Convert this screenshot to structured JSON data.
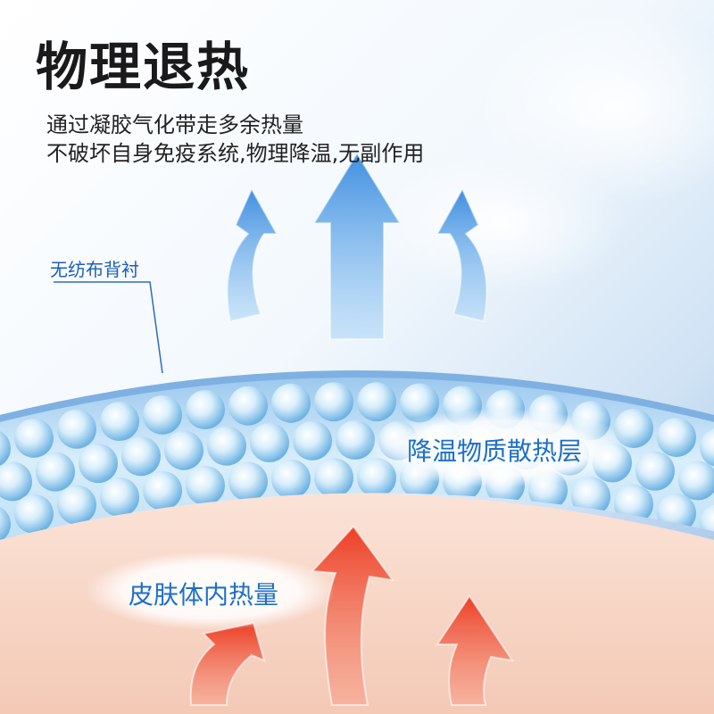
{
  "title": "物理退热",
  "description": [
    "通过凝胶气化带走多余热量",
    "不破坏自身免疫系统,物理降温,无副作用"
  ],
  "labels": {
    "backing": "无纺布背衬",
    "cooling_layer": "降温物质散热层",
    "skin_heat": "皮肤体内热量"
  },
  "colors": {
    "title": "#1a1a1a",
    "label_blue": "#1e6fc8",
    "cool_arrow": "#5aa6ec",
    "heat_arrow": "#ef5a3c",
    "skin": "#f6d3c3",
    "gel_band": "#bfe0f5"
  },
  "icons": [
    "heat-up-arrow-icon",
    "cool-up-arrow-icon",
    "gel-bead-icon"
  ]
}
